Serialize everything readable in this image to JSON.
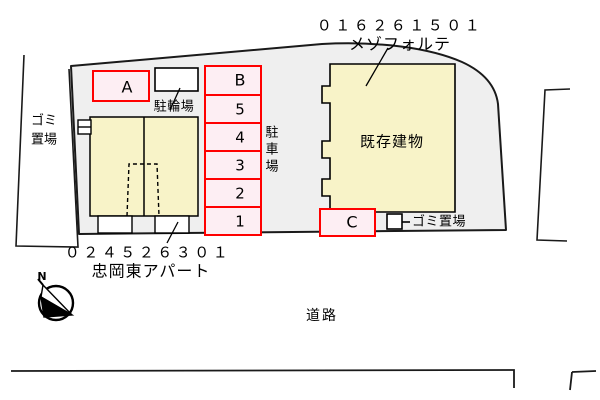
{
  "title_block": {
    "existing_property_code": "０１６２６１５０１",
    "existing_property_name": "メゾフォルテ",
    "subject_property_code": "０２４５２６３０１",
    "subject_property_name": "忠岡東アパート"
  },
  "site": {
    "apartment_units": [
      {
        "label": "A",
        "type": "unit-block"
      },
      {
        "label": "B",
        "type": "unit-block"
      },
      {
        "label": "C",
        "type": "unit-block"
      }
    ],
    "bicycle_parking_label": "駐輪場",
    "trash_area_label_left": "ゴミ置場",
    "trash_area_label_right": "ゴミ置場",
    "parking_area_label": "駐車場",
    "parking_stalls": [
      "B",
      "5",
      "4",
      "3",
      "2",
      "1"
    ],
    "existing_building_label": "既存建物",
    "road_label": "道路"
  },
  "compass": {
    "north_label": "N"
  },
  "colors": {
    "unit_fill": "#fdeef3",
    "unit_stroke": "#ff0000",
    "building_fill": "#f8f3c8",
    "building_stroke": "#000000",
    "site_fill": "#efefef",
    "site_stroke": "#1a1a1a",
    "text": "#000000",
    "page_background": "#ffffff"
  }
}
